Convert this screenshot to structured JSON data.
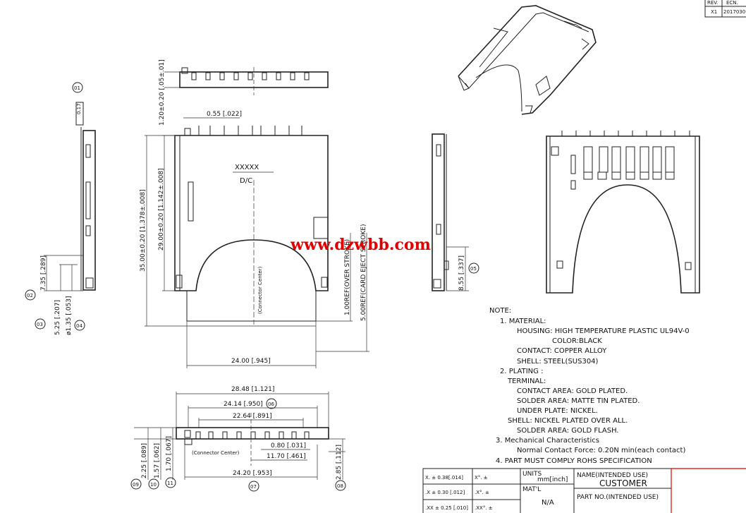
{
  "revision_block": {
    "rev_header": "REV.",
    "ecn_header": "ECN.",
    "rev_value": "X1",
    "ecn_value": "2017030"
  },
  "balloons": [
    "01",
    "02",
    "03",
    "04",
    "05",
    "06",
    "07",
    "08",
    "09",
    "10",
    "11"
  ],
  "dims": {
    "d_120": "1.20±0.20 [.05±.01]",
    "d_055": "0.55 [.022]",
    "d_3500": "35.00±0.20 [1.378±.008]",
    "d_2900": "29.00±0.20 [1.142±.008]",
    "d_100": "1.00REF(OVER STROKE)",
    "d_500": "5.00REF(CARD EJECT STROKE)",
    "d_2400": "24.00 [.945]",
    "d_735": "7.35 [.289]",
    "d_525": "5.25 [.207]",
    "d_135": "ø1.35 [.053]",
    "d_855": "8.55 [.337]",
    "d_2848": "28.48 [1.121]",
    "d_2414": "24.14 [.950]",
    "d_2264": "22.64 [.891]",
    "d_080": "0.80 [.031]",
    "d_1170": "11.70 [.461]",
    "d_2420": "24.20 [.953]",
    "d_225": "2.25 [.089]",
    "d_157": "1.57 [.062]",
    "d_170": "1.70 [.067]",
    "d_285": "2.85 [.112]"
  },
  "marks": {
    "xxxxx": "XXXXX",
    "dc": "D/C",
    "connector_center": "(Connector Center)",
    "connector_center_bottom": "(Connector Center)"
  },
  "watermark": "www.dzwbb.com",
  "notes": {
    "title": "NOTE:",
    "lines": [
      "1.  MATERIAL:",
      "HOUSING: HIGH TEMPERATURE PLASTIC UL94V-0",
      "COLOR:BLACK",
      "CONTACT: COPPER ALLOY",
      "SHELL: STEEL(SUS304)",
      "2.  PLATING :",
      "TERMINAL:",
      "CONTACT AREA: GOLD PLATED.",
      "SOLDER AREA: MATTE TIN  PLATED.",
      "UNDER PLATE: NICKEL.",
      "SHELL: NICKEL PLATED OVER ALL.",
      "SOLDER AREA: GOLD FLASH.",
      "3.  Mechanical Characteristics",
      "Normal Contact Force: 0.20N min(each contact)",
      "4.  PART MUST COMPLY ROHS SPECIFICATION"
    ]
  },
  "title_block": {
    "tol_x": "X. ±  0.38[.014]",
    "tol_x_ang": "X°. ±",
    "tol_xx": ".X  ±  0.30 [.012]",
    "tol_xx_ang": ".X°. ±",
    "tol_xxx": ".XX ±  0.25 [.010]",
    "tol_xxx_ang": ".XX°. ±",
    "units_label": "UNITS",
    "units_value": "mm[inch]",
    "matl_label": "MAT'L",
    "matl_value": "N/A",
    "name_label": "NAME(INTENDED USE)",
    "name_value": "CUSTOMER",
    "partno_label": "PART NO.(INTENDED USE)"
  }
}
